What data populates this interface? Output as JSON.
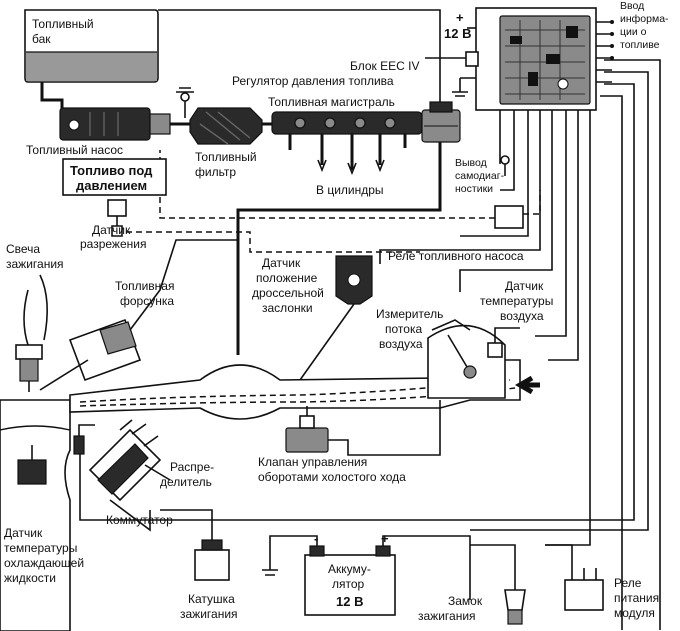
{
  "labels": {
    "fuel_tank_1": "Топливный",
    "fuel_tank_2": "бак",
    "fuel_pump": "Топливный насос",
    "fuel_under_pressure_1": "Топливо под",
    "fuel_under_pressure_2": "давлением",
    "fuel_filter_1": "Топливный",
    "fuel_filter_2": "фильтр",
    "fuel_rail": "Топливная магистраль",
    "to_cylinders": "В цилиндры",
    "eec_block": "Блок EEC IV",
    "pressure_regulator": "Регулятор давления топлива",
    "battery_plus": "+",
    "battery_voltage_top": "12 В",
    "info_input_1": "Ввод",
    "info_input_2": "информа-",
    "info_input_3": "ции о",
    "info_input_4": "топливе",
    "self_diag_1": "Вывод",
    "self_diag_2": "самодиаг-",
    "self_diag_3": "ностики",
    "vacuum_sensor_1": "Датчик",
    "vacuum_sensor_2": "разрежения",
    "fuel_pump_relay": "Реле топливного насоса",
    "spark_plug_1": "Свеча",
    "spark_plug_2": "зажигания",
    "injector_1": "Топливная",
    "injector_2": "форсунка",
    "tps_1": "Датчик",
    "tps_2": "положение",
    "tps_3": "дроссельной",
    "tps_4": "заслонки",
    "air_temp_1": "Датчик",
    "air_temp_2": "температуры",
    "air_temp_3": "воздуха",
    "airflow_1": "Измеритель",
    "airflow_2": "потока",
    "airflow_3": "воздуха",
    "idle_valve_1": "Клапан управления",
    "idle_valve_2": "оборотами холостого хода",
    "distributor_1": "Распре-",
    "distributor_2": "делитель",
    "commutator": "Коммутатор",
    "coolant_temp_1": "Датчик",
    "coolant_temp_2": "температуры",
    "coolant_temp_3": "охлаждающей",
    "coolant_temp_4": "жидкости",
    "ignition_coil_1": "Катушка",
    "ignition_coil_2": "зажигания",
    "battery_minus": "-",
    "battery_plus2": "+",
    "battery_1": "Аккуму-",
    "battery_2": "лятор",
    "battery_3": "12 В",
    "ignition_lock_1": "Замок",
    "ignition_lock_2": "зажигания",
    "module_relay_1": "Реле",
    "module_relay_2": "питания",
    "module_relay_3": "модуля"
  }
}
